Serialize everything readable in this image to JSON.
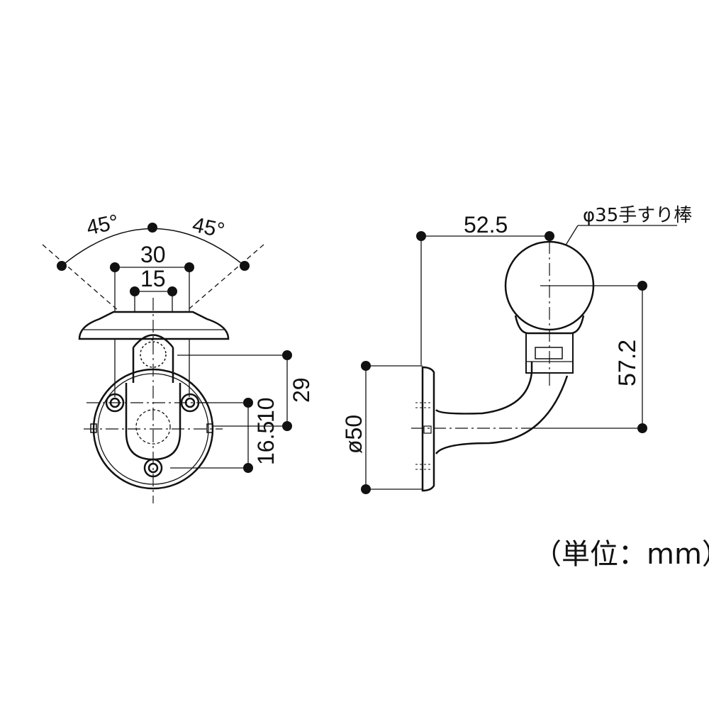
{
  "front_view": {
    "angle_left": "45°",
    "angle_right": "45°",
    "width_outer": "30",
    "width_inner": "15",
    "height_arm": "29",
    "offset_upper_holes": "10",
    "offset_lower_hole": "16.5"
  },
  "side_view": {
    "projection": "52.5",
    "rail_label": "φ35手すり棒",
    "height": "57.2",
    "base_diameter": "ø50"
  },
  "unit_label": "（単位：mm）",
  "colors": {
    "line": "#111111",
    "background": "#ffffff"
  }
}
